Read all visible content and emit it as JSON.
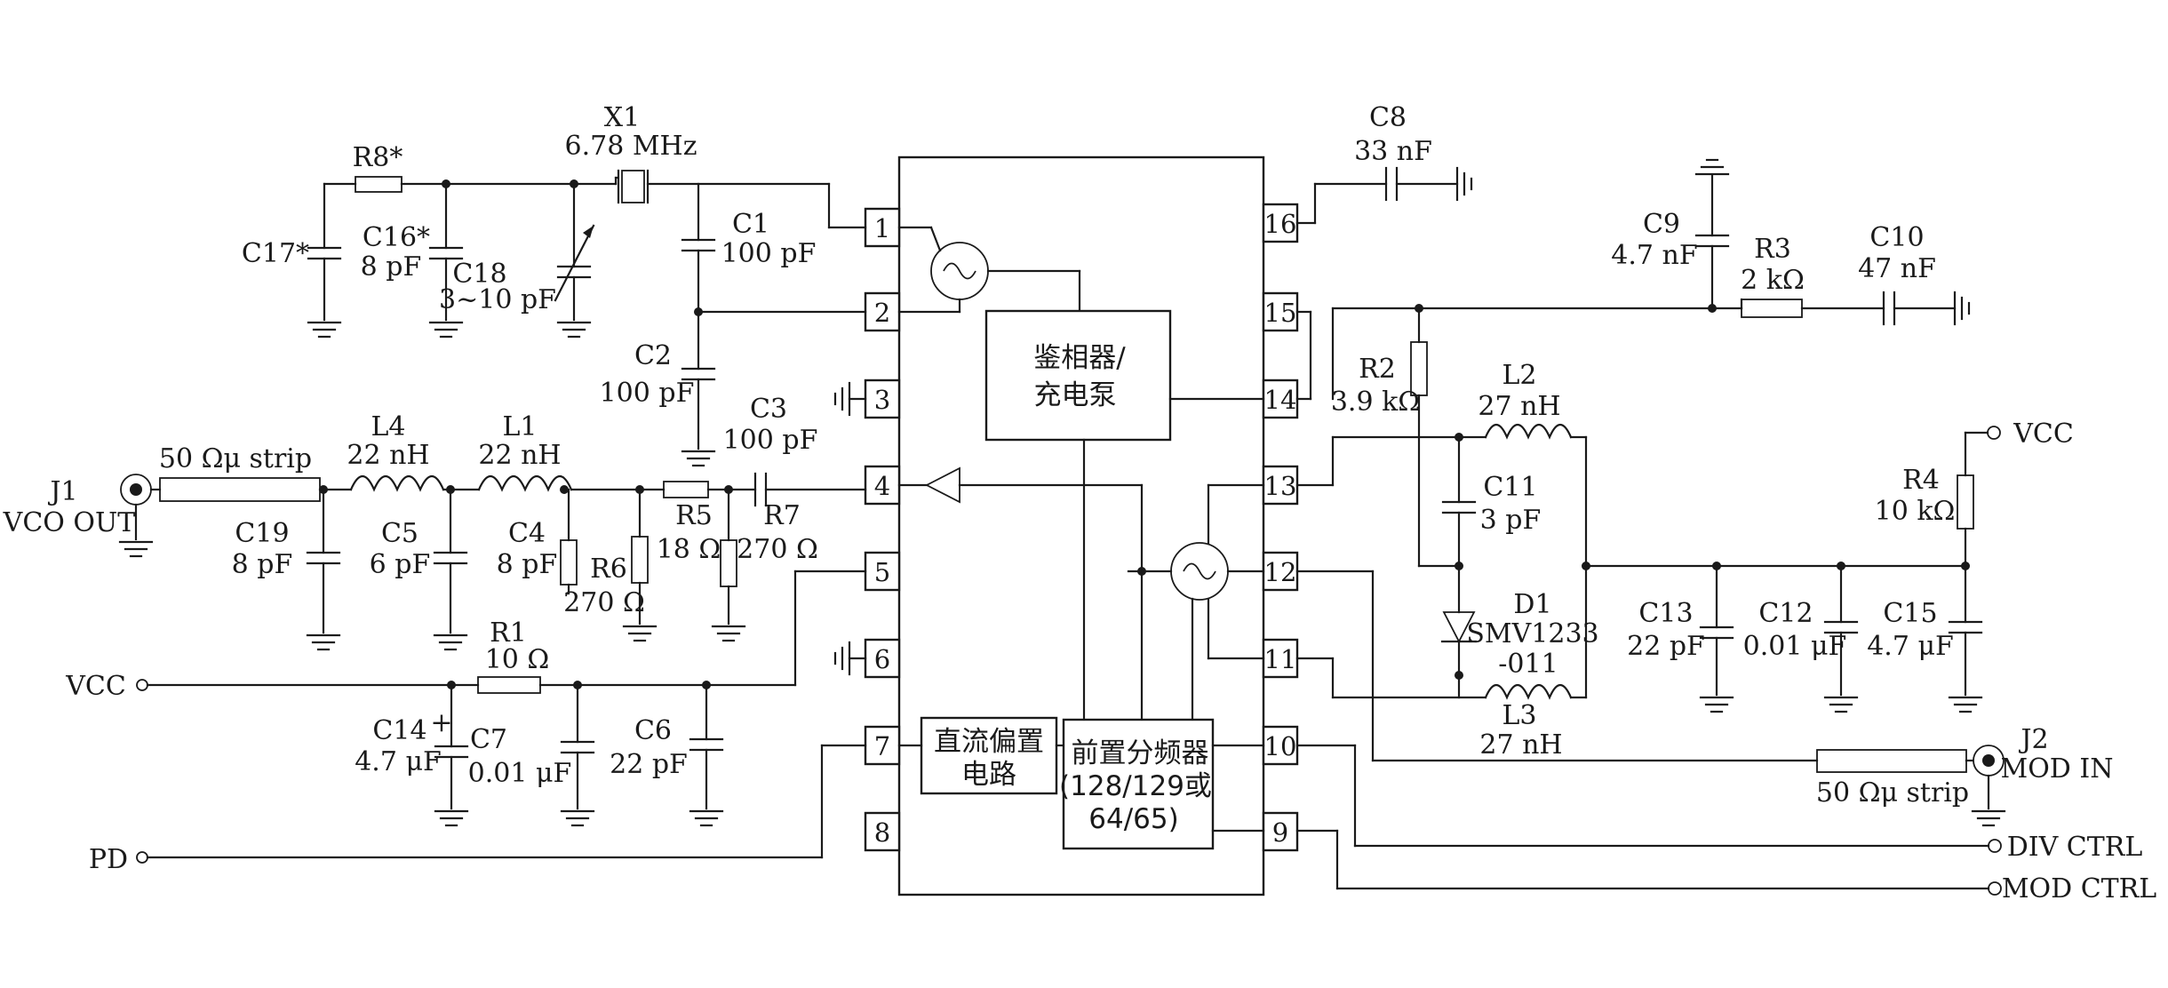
{
  "ic": {
    "pins": [
      "1",
      "2",
      "3",
      "4",
      "5",
      "6",
      "7",
      "8",
      "9",
      "10",
      "11",
      "12",
      "13",
      "14",
      "15",
      "16"
    ],
    "pfd_line1": "鉴相器/",
    "pfd_line2": "充电泵",
    "bias_line1": "直流偏置",
    "bias_line2": "电路",
    "prescaler_line1": "前置分频器",
    "prescaler_line2": "(128/129或",
    "prescaler_line3": "64/65)"
  },
  "parts": {
    "x1_name": "X1",
    "x1_value": "6.78 MHz",
    "r8_name": "R8*",
    "c17_name": "C17*",
    "c16_name": "C16*",
    "c16_value": "8 pF",
    "c18_name": "C18",
    "c18_value": "3~10 pF",
    "c1_name": "C1",
    "c1_value": "100 pF",
    "c2_name": "C2",
    "c2_value": "100 pF",
    "c3_name": "C3",
    "c3_value": "100 pF",
    "c8_name": "C8",
    "c8_value": "33 nF",
    "c9_name": "C9",
    "c9_value": "4.7 nF",
    "r3_name": "R3",
    "r3_value": "2 kΩ",
    "c10_name": "C10",
    "c10_value": "47 nF",
    "r2_name": "R2",
    "r2_value": "3.9 kΩ",
    "l2_name": "L2",
    "l2_value": "27 nH",
    "c11_name": "C11",
    "c11_value": "3 pF",
    "d1_name": "D1",
    "d1_value1": "SMV1233",
    "d1_value2": "-011",
    "l3_name": "L3",
    "l3_value": "27 nH",
    "r4_name": "R4",
    "r4_value": "10 kΩ",
    "c13_name": "C13",
    "c13_value": "22 pF",
    "c12_name": "C12",
    "c12_value": "0.01 μF",
    "c15_name": "C15",
    "c15_value": "4.7 μF",
    "strip1": "50 Ωμ strip",
    "strip2": "50 Ωμ strip",
    "l4_name": "L4",
    "l4_value": "22 nH",
    "l1_name": "L1",
    "l1_value": "22 nH",
    "c19_name": "C19",
    "c19_value": "8 pF",
    "c5_name": "C5",
    "c5_value": "6 pF",
    "c4_name": "C4",
    "c4_value": "8 pF",
    "r6_name": "R6",
    "r6_value": "270 Ω",
    "r5_name": "R5",
    "r5_value": "18 Ω",
    "r7_name": "R7",
    "r7_value": "270 Ω",
    "r1_name": "R1",
    "r1_value": "10 Ω",
    "c14_name": "C14",
    "c14_value": "4.7 μF",
    "c14_plus": "+",
    "c7_name": "C7",
    "c7_value": "0.01 μF",
    "c6_name": "C6",
    "c6_value": "22 pF"
  },
  "ports": {
    "j1_name": "J1",
    "j1_label": "VCO OUT",
    "vcc_left": "VCC",
    "pd": "PD",
    "vcc_right": "VCC",
    "j2_name": "J2",
    "j2_label": "MOD IN",
    "div_ctrl": "DIV CTRL",
    "mod_ctrl": "MOD CTRL"
  }
}
